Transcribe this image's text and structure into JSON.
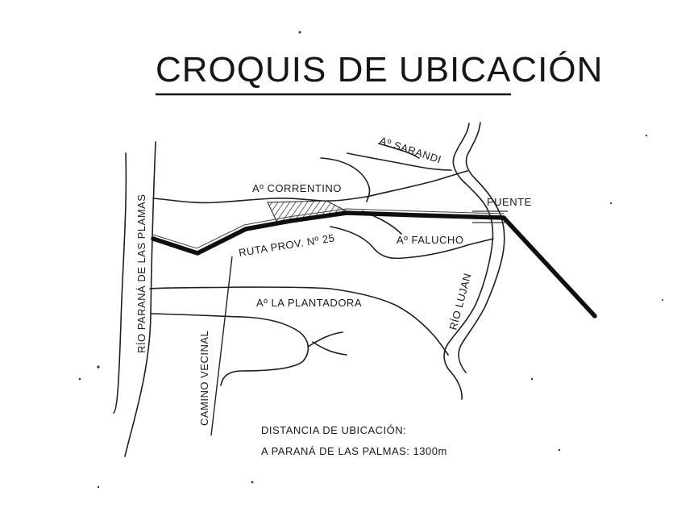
{
  "title": "CROQUIS DE UBICACIÓN",
  "labels": {
    "arroyo_sarandi": "Aº SARANDI",
    "arroyo_correntino": "Aº CORRENTINO",
    "puente": "PUENTE",
    "ruta": "RUTA PROV. Nº 25",
    "arroyo_falucho": "Aº FALUCHO",
    "rio_parana": "RÍO PARANÁ DE LAS PLAMAS",
    "rio_lujan": "RÍO LUJAN",
    "arroyo_plantadora": "Aº LA PLANTADORA",
    "camino_vecinal": "CAMINO VECINAL"
  },
  "note": {
    "line1": "DISTANCIA DE UBICACIÓN:",
    "line2": "A PARANÁ DE LAS PALMAS: 1300m"
  },
  "colors": {
    "ink": "#1a1a1a",
    "paper": "#ffffff"
  }
}
